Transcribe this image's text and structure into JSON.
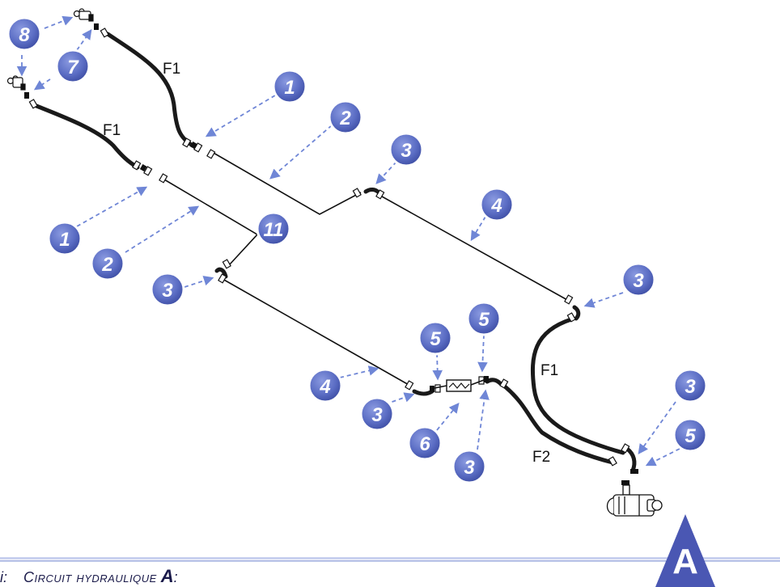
{
  "colors": {
    "badge": "#5b6dc4",
    "badge_dark": "#2d3a8a",
    "arrow": "#6f86d6",
    "pipe": "#111111",
    "hose": "#1a1a1a",
    "rule": "#9aa8dd",
    "corner": "#4a57b3"
  },
  "hose_labels": {
    "f1_top": "F1",
    "f1_left": "F1",
    "f1_right": "F1",
    "f2": "F2"
  },
  "callouts": {
    "c8": "8",
    "c7": "7",
    "c1_top": "1",
    "c2_top": "2",
    "c3_a": "3",
    "c4_a": "4",
    "c1_left": "1",
    "c2_left": "2",
    "c11": "11",
    "c3_b": "3",
    "c3_right": "3",
    "c4_b": "4",
    "c5_a": "5",
    "c5_b": "5",
    "c3_c": "3",
    "c6": "6",
    "c3_d": "3",
    "c3_e": "3",
    "c5_c": "5"
  },
  "corner_badge": "A",
  "caption": {
    "prefix": "i:",
    "text": "Circuit hydraulique",
    "letter": "A",
    "suffix": ":"
  }
}
